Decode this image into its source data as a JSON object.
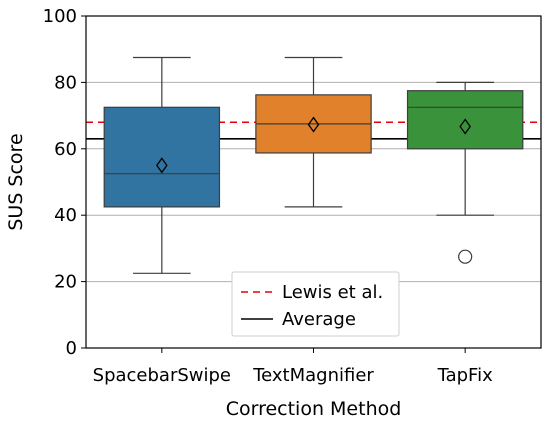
{
  "chart_data": {
    "type": "box",
    "xlabel": "Correction Method",
    "ylabel": "SUS Score",
    "ylim": [
      0,
      100
    ],
    "yticks": [
      0,
      20,
      40,
      60,
      80,
      100
    ],
    "grid": "horizontal",
    "categories": [
      "SpacebarSwipe",
      "TextMagnifier",
      "TapFix"
    ],
    "boxes": [
      {
        "category": "SpacebarSwipe",
        "whisker_low": 22.5,
        "q1": 42.5,
        "median": 52.5,
        "q3": 72.5,
        "whisker_high": 87.5,
        "mean": 55,
        "outliers": [],
        "color": "#3274a1"
      },
      {
        "category": "TextMagnifier",
        "whisker_low": 42.5,
        "q1": 58.75,
        "median": 67.5,
        "q3": 76.25,
        "whisker_high": 87.5,
        "mean": 67.3,
        "outliers": [],
        "color": "#e1812c"
      },
      {
        "category": "TapFix",
        "whisker_low": 40,
        "q1": 60,
        "median": 72.5,
        "q3": 77.5,
        "whisker_high": 80,
        "mean": 66.7,
        "outliers": [
          27.5
        ],
        "color": "#3a923a"
      }
    ],
    "reference_lines": [
      {
        "name": "Lewis et al.",
        "value": 68,
        "style": "dashed",
        "color": "#e8000b"
      },
      {
        "name": "Average",
        "value": 63,
        "style": "solid",
        "color": "#000000"
      }
    ],
    "legend": {
      "placement": "bottom-center",
      "entries": [
        "Lewis et al.",
        "Average"
      ]
    }
  }
}
